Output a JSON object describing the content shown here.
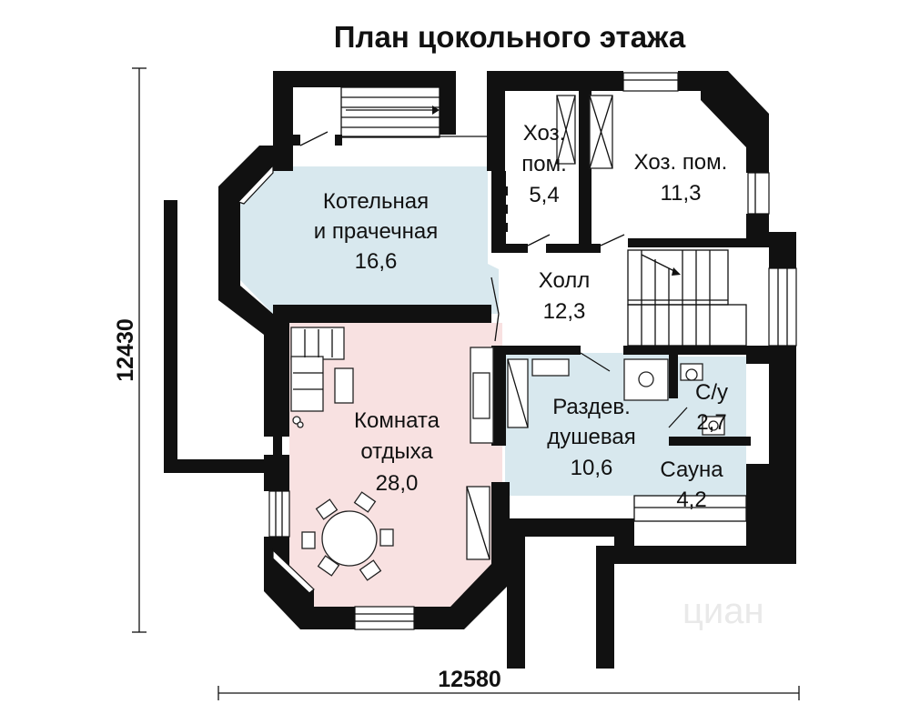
{
  "title": "План цокольного этажа",
  "rooms": [
    {
      "id": "boiler",
      "lines": [
        "Котельная",
        "и прачечная",
        "16,6"
      ],
      "fill": "#d8e8ee"
    },
    {
      "id": "storage-small",
      "lines": [
        "Хоз.",
        "пом.",
        "5,4"
      ],
      "fill": "#ffffff"
    },
    {
      "id": "storage-large",
      "lines": [
        "Хоз. пом.",
        "11,3"
      ],
      "fill": "#ffffff"
    },
    {
      "id": "hall",
      "lines": [
        "Холл",
        "12,3"
      ],
      "fill": "#ffffff"
    },
    {
      "id": "rest-room",
      "lines": [
        "Комната",
        "отдыха",
        "28,0"
      ],
      "fill": "#f8e1e1"
    },
    {
      "id": "changing-shower",
      "lines": [
        "Раздев.",
        "душевая",
        "10,6"
      ],
      "fill": "#d8e8ee"
    },
    {
      "id": "wc",
      "lines": [
        "С/у",
        "2,7"
      ],
      "fill": "#d8e8ee"
    },
    {
      "id": "sauna",
      "lines": [
        "Сауна",
        "4,2"
      ],
      "fill": "#d8e8ee"
    }
  ],
  "dimensions": {
    "height": "12430",
    "width": "12580"
  },
  "watermark": "циан",
  "colors": {
    "wall": "#111111",
    "wet_zone": "#d8e8ee",
    "living_zone": "#f8e1e1"
  }
}
